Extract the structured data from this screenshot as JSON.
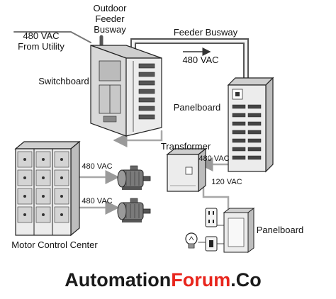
{
  "labels": {
    "utility": [
      "480 VAC",
      "From Utility"
    ],
    "outdoor_busway": [
      "Outdoor",
      "Feeder",
      "Busway"
    ],
    "feeder_busway": "Feeder Busway",
    "feeder_voltage": "480 VAC",
    "switchboard": "Switchboard",
    "panelboard_main": "Panelboard",
    "transformer": "Transformer",
    "transformer_in": "480 VAC",
    "transformer_out": "120 VAC",
    "motor1_voltage": "480 VAC",
    "motor2_voltage": "480 VAC",
    "mcc": "Motor Control Center",
    "panelboard_small": "Panelboard"
  },
  "brand": {
    "part1": "Automation",
    "part2": "Forum",
    "part3": ".Co",
    "color_dark": "#1a1a1a",
    "color_accent": "#e8251c"
  },
  "colors": {
    "wire": "#a8a8a8",
    "busway": "#555555",
    "equipment_outline": "#222222",
    "equipment_fill": "#e9e9e9"
  }
}
